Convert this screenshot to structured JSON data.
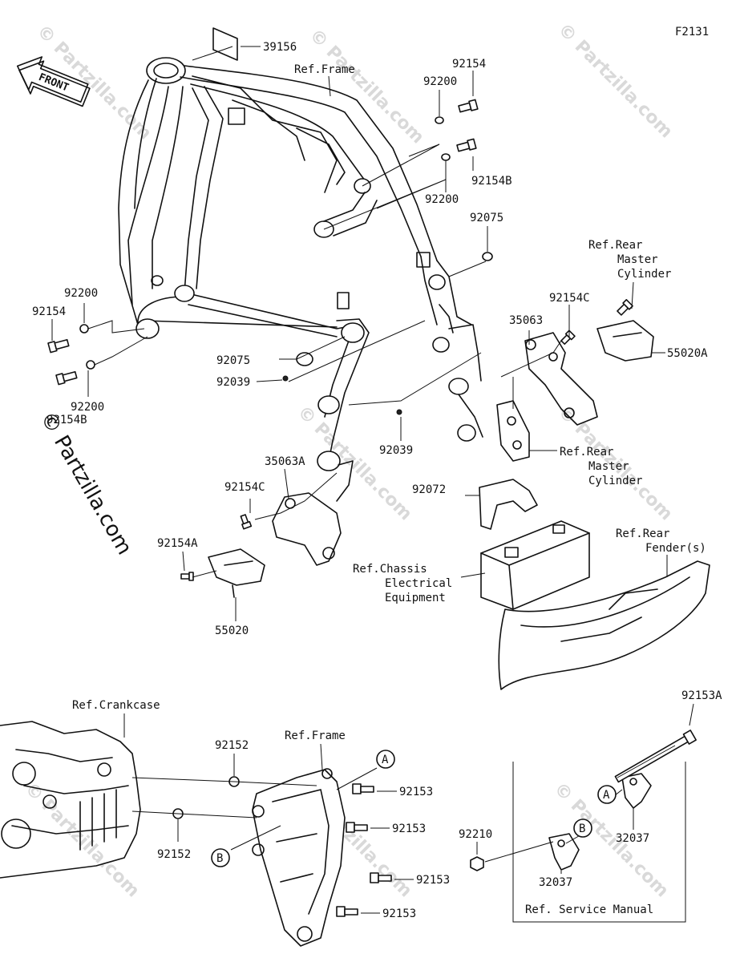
{
  "figure_code": "F2131",
  "front_label": "FRONT",
  "watermark": "© Partzilla.com",
  "parts": {
    "p39156": "39156",
    "ref_frame_top": "Ref.Frame",
    "p92154_top": "92154",
    "p92200_top": "92200",
    "p92154b_top": "92154B",
    "p92200_mid": "92200",
    "p92075_right": "92075",
    "ref_rear_mc_top": [
      "Ref.Rear",
      "Master",
      "Cylinder"
    ],
    "p92154c_right": "92154C",
    "p35063": "35063",
    "p55020a": "55020A",
    "p92200_left": "92200",
    "p92154_left": "92154",
    "p92200_left2": "92200",
    "p92154b_left": "92154B",
    "p92075_center": "92075",
    "p92039_left": "92039",
    "p92039_center": "92039",
    "ref_rear_mc_bottom": [
      "Ref.Rear",
      "Master",
      "Cylinder"
    ],
    "p35063a": "35063A",
    "p92154c_left": "92154C",
    "p92072": "92072",
    "ref_rear_fender": [
      "Ref.Rear",
      "Fender(s)"
    ],
    "ref_chassis": [
      "Ref.Chassis",
      "Electrical",
      "Equipment"
    ],
    "p92154a": "92154A",
    "p55020": "55020",
    "ref_crankcase": "Ref.Crankcase",
    "ref_frame_bottom": "Ref.Frame",
    "p92152_top": "92152",
    "p92152_bottom": "92152",
    "p92153_1": "92153",
    "p92153_2": "92153",
    "p92153_3": "92153",
    "p92153_4": "92153",
    "p92153a": "92153A",
    "p92210": "92210",
    "p32037_top": "32037",
    "p32037_bottom": "32037",
    "ref_service_manual": "Ref. Service Manual",
    "marker_a": "A",
    "marker_b": "B"
  }
}
